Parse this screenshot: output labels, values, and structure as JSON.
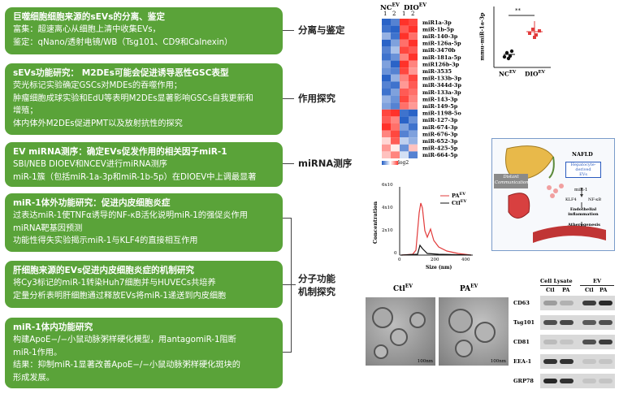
{
  "colors": {
    "box_green": "#5aa339",
    "heat_red": "#e8322a",
    "heat_blue": "#2a63c7",
    "pa_red": "#e23b3b",
    "ctrl_black": "#222222"
  },
  "boxes": [
    {
      "title": "巨噬细胞细胞来源的sEVs的分离、鉴定",
      "lines": [
        "富集：超速离心从细胞上清中收集EVs，",
        "鉴定：qNano/透射电镜/WB（Tsg101、CD9和Calnexin）"
      ]
    },
    {
      "title": "sEVs功能研究： M2DEs可能会促进诱导恶性GSC表型",
      "lines": [
        "荧光标记实验确定GSCs对MDEs的吞噬作用；",
        "肿瘤细胞成球实验和EdU等表明M2DEs显著影响GSCs自我更新和",
        "增殖；",
        "体内体外M2DEs促进PMT以及放射抗性的探究"
      ]
    },
    {
      "title": "EV miRNA测序：确定EVs促发作用的相关因子miR-1",
      "lines": [
        "SBI/NEB DIOEV和NCEV进行miRNA测序",
        "miR-1簇（包括miR-1a-3p和miR-1b-5p）在DIOEV中上调最显著"
      ]
    },
    {
      "title": "miR-1体外功能研究：促进内皮细胞炎症",
      "lines": [
        "过表达miR-1使TNFα诱导的NF-κB活化说明miR-1的强促炎作用",
        "miRNA靶基因预测",
        "功能性得失实验揭示miR-1与KLF4的直接相互作用"
      ]
    },
    {
      "title": "肝细胞来源的EVs促进内皮细胞炎症的机制研究",
      "lines": [
        "将Cy3标记的miR-1转染Huh7细胞并与HUVECs共培养",
        "定量分析表明肝细胞通过释放EVs将miR-1递送到内皮细胞"
      ]
    },
    {
      "title": "miR-1体内功能研究",
      "lines": [
        "构建ApoE−/−小鼠动脉粥样硬化模型，用antagomiR-1阻断",
        "miR-1作用。",
        "结果：抑制miR-1显著改善ApoE−/−小鼠动脉粥样硬化斑块的",
        "形成发展。"
      ]
    }
  ],
  "labels": {
    "isolation": "分离与鉴定",
    "function": "作用探究",
    "sequencing": "miRNA测序",
    "mechanism_line1": "分子功能",
    "mechanism_line2": "机制探究"
  },
  "heatmap": {
    "group_nc": "NC",
    "group_dio": "DIO",
    "sup": "EV",
    "cols": [
      "1",
      "2",
      "1",
      "2"
    ],
    "rows": [
      "miR1a-3p",
      "miR-1b-5p",
      "miR-140-3p",
      "miR-126a-5p",
      "miR-3470b",
      "miR-181a-5p",
      "miR126b-3p",
      "miR-3535",
      "miR-133b-3p",
      "miR-344d-3p",
      "miR-133a-3p",
      "miR-143-3p",
      "miR-149-5p",
      "miR-1198-5o",
      "miR-127-3p",
      "miR-674-3p",
      "miR-676-3p",
      "miR-652-3p",
      "miR-425-5p",
      "miR-664-5p"
    ],
    "legend": "log2"
  },
  "scatter": {
    "ylabel": "mmu-miR-1a-3p",
    "sig": "**",
    "x_nc": "NC",
    "x_dio": "DIO"
  },
  "line_chart": {
    "ylabel": "Concentration",
    "xlabel": "Size (nm)",
    "legend_pa": "PA",
    "legend_ctl": "Ctl",
    "yticks": [
      "6x10",
      "4x10",
      "2x10",
      "0"
    ],
    "xticks": [
      "0",
      "200",
      "400"
    ]
  },
  "diagram": {
    "nafld": "NAFLD",
    "distant": "Distant\nCommunication",
    "hep": "Hepatocyte-\nderived\nEVs",
    "mir": "miR-1",
    "klf4": "KLF4",
    "nfkb": "NF-κB",
    "endo": "Endothelial\ninflammation",
    "athero": "Atherogenesis"
  },
  "tem": {
    "ctl": "Ctl",
    "pa": "PA",
    "scale": "100nm"
  },
  "wb": {
    "cell_lysate": "Cell  Lysate",
    "ev": "EV",
    "lanes": [
      "Ctl",
      "PA",
      "Ctl",
      "PA"
    ],
    "proteins": [
      "CD63",
      "Tsg101",
      "CD81",
      "EEA-1",
      "GRP78"
    ]
  }
}
